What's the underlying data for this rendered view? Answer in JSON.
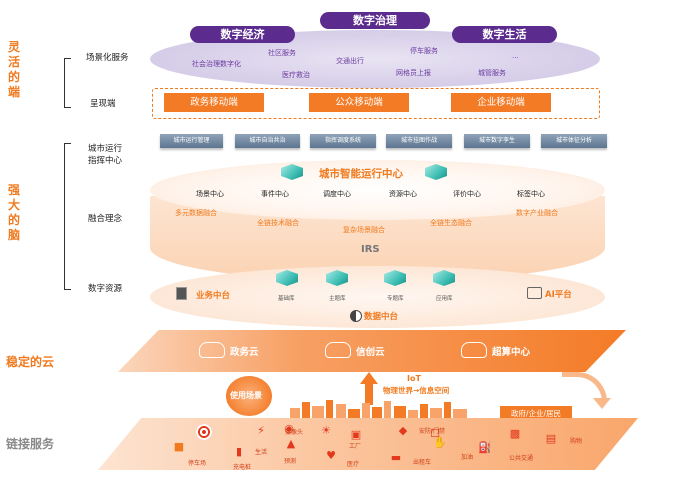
{
  "sections": {
    "flexible_end": "灵活的端",
    "strong_brain": "强大的脑",
    "stable_cloud": "稳定的云",
    "link_service": "链接服务"
  },
  "row_labels": {
    "scenario": "场景化服务",
    "presentation": "呈现端",
    "city_ops_line1": "城市运行",
    "city_ops_line2": "指挥中心",
    "fusion": "融合理念",
    "data_resources": "数字资源"
  },
  "top_pills": [
    "数字经济",
    "数字治理",
    "数字生活"
  ],
  "scenario_items": [
    "社区服务",
    "交通出行",
    "停车服务",
    "社会治理数字化",
    "医疗救治",
    "网格员上报",
    "城管服务",
    "..."
  ],
  "mobile": [
    "政务移动端",
    "公众移动端",
    "企业移动端"
  ],
  "blue_tabs": [
    "城市运行管理",
    "城市自治共治",
    "指挥调度系统",
    "城市挂图作战",
    "城市数字孪生",
    "城市体征分析"
  ],
  "brain": {
    "center_title": "城市智能运行中心",
    "centers": [
      "场景中心",
      "事件中心",
      "调度中心",
      "资源中心",
      "评价中心",
      "标签中心"
    ],
    "fusion_items": [
      "多元数据融合",
      "全链技术融合",
      "复杂场景融合",
      "全链生态融合",
      "数字产业融合"
    ],
    "irs": "IRS",
    "business_platform": "业务中台",
    "ai_platform": "AI平台",
    "data_platform": "数据中台",
    "libraries": [
      "基础库",
      "主题库",
      "专题库",
      "应用库"
    ]
  },
  "cloud": {
    "items": [
      "政务云",
      "信创云",
      "超算中心"
    ],
    "iot": "IoT",
    "iot_sub": "物理世界→信息空间",
    "use_scene": "使用场景",
    "users": "政府/企业/居民"
  },
  "link_icons": [
    "停车场",
    "充电桩",
    "生活",
    "监控",
    "摄像头",
    "预测",
    "医疗",
    "工厂",
    "出租车",
    "安防/门禁",
    "加油",
    "公共交通",
    "购物"
  ],
  "colors": {
    "orange": "#f47b26",
    "purple": "#5b2c8e",
    "teal": "#3fbfb4"
  }
}
